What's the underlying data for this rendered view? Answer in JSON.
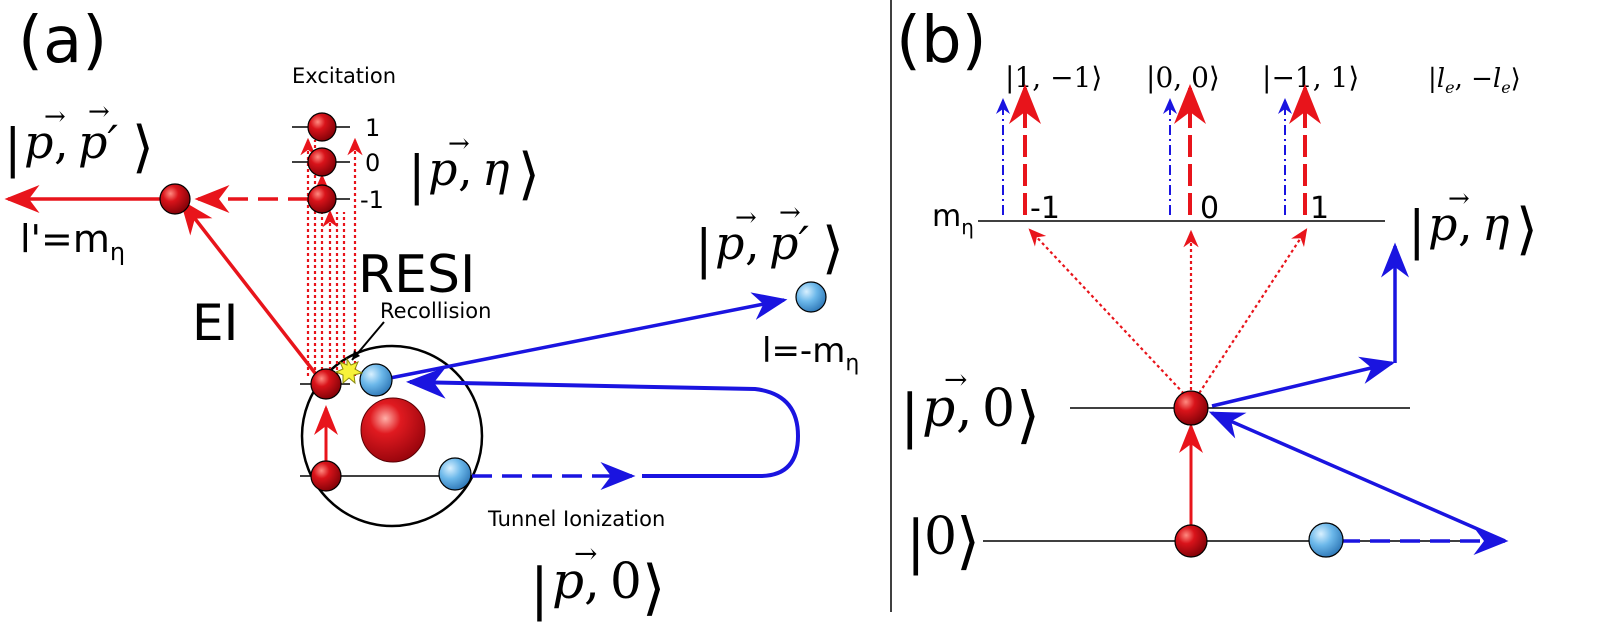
{
  "colors": {
    "red": "#e8141b",
    "blue": "#1a14e0",
    "electron_red": "#c8080c",
    "electron_blue": "#5fb0e6",
    "black": "#000000"
  },
  "panel_a": {
    "label": "(a)",
    "excitation_label": "Excitation",
    "level_labels": [
      "1",
      "0",
      "-1"
    ],
    "ket_p_eta": {
      "p": "p",
      "eta": "η"
    },
    "ket_pp_left": {
      "p": "p",
      "pp": "p′"
    },
    "lprime": {
      "main": "l'=m",
      "sub": "η"
    },
    "ei_label": "EI",
    "resi_label": "RESI",
    "recollision_label": "Recollision",
    "ket_pp_right": {
      "p": "p",
      "pp": "p′"
    },
    "l_right": {
      "main": "l=-m",
      "sub": "η"
    },
    "tunnel_label": "Tunnel Ionization",
    "ket_p0": {
      "p": "p",
      "zero": "0"
    },
    "icons": [
      "electron-icon",
      "nucleus-icon",
      "atom-orbit-icon",
      "recollision-flash-icon"
    ]
  },
  "panel_b": {
    "label": "(b)",
    "top_kets": [
      {
        "a": "1",
        "b": "−1"
      },
      {
        "a": "0",
        "b": "0"
      },
      {
        "a": "−1",
        "b": "1"
      }
    ],
    "top_ket_general": {
      "a": "l",
      "a_sub": "e",
      "b": "−l",
      "b_sub": "e"
    },
    "m_eta": {
      "main": "m",
      "sub": "η"
    },
    "m_values": [
      "-1",
      "0",
      "1"
    ],
    "ket_p_eta": {
      "p": "p",
      "eta": "η"
    },
    "ket_p0": {
      "p": "p",
      "zero": "0"
    },
    "ket_0": "0"
  }
}
